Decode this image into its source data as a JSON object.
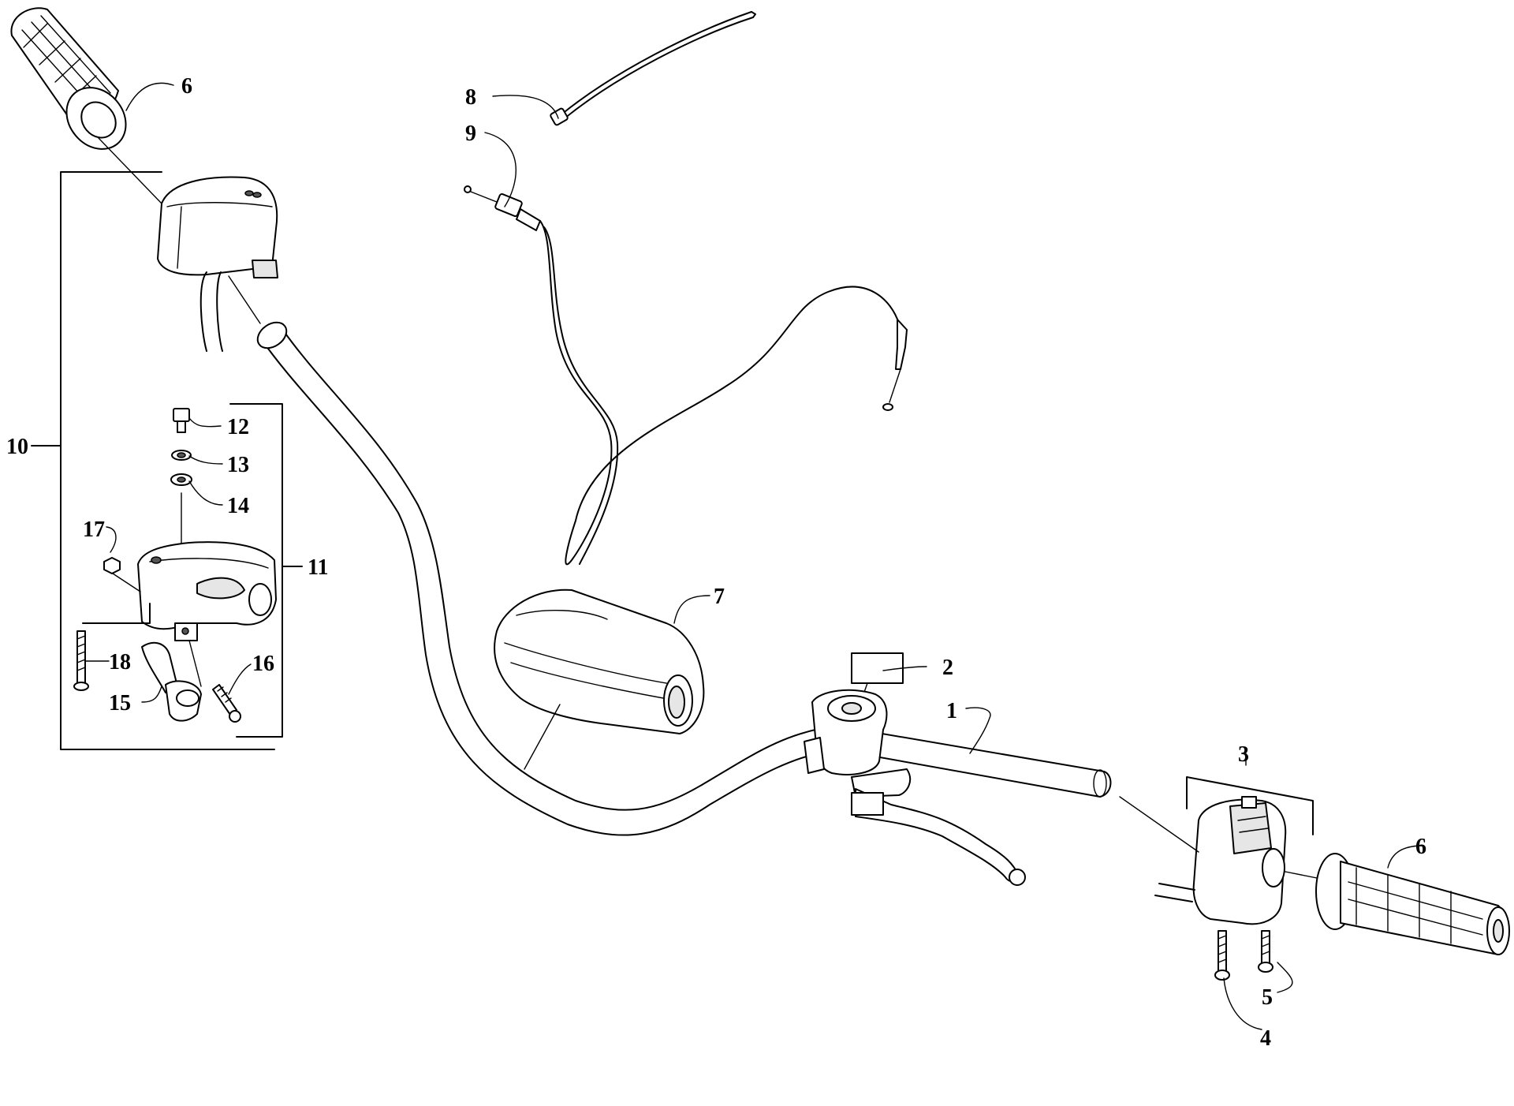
{
  "callouts": [
    {
      "id": "1",
      "part": "handlebar"
    },
    {
      "id": "2",
      "part": "label"
    },
    {
      "id": "3",
      "part": "switch-housing-right"
    },
    {
      "id": "4",
      "part": "screw-a"
    },
    {
      "id": "5",
      "part": "screw-b"
    },
    {
      "id": "6",
      "part": "grip"
    },
    {
      "id": "7",
      "part": "handlebar-pad"
    },
    {
      "id": "8",
      "part": "cable-tie"
    },
    {
      "id": "9",
      "part": "throttle-cable"
    },
    {
      "id": "10",
      "part": "throttle-assembly"
    },
    {
      "id": "11",
      "part": "throttle-housing-assembly"
    },
    {
      "id": "12",
      "part": "bolt"
    },
    {
      "id": "13",
      "part": "lock-washer"
    },
    {
      "id": "14",
      "part": "washer"
    },
    {
      "id": "15",
      "part": "throttle-lever"
    },
    {
      "id": "16",
      "part": "screw-c"
    },
    {
      "id": "17",
      "part": "nut"
    },
    {
      "id": "18",
      "part": "screw-d"
    }
  ]
}
